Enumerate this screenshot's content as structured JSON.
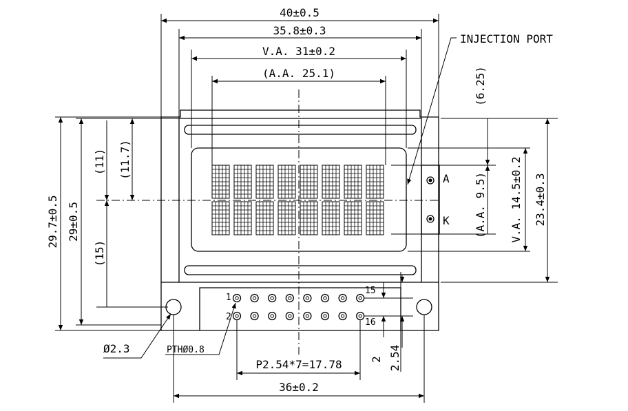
{
  "dims": {
    "width_total": "40±0.5",
    "width_pcb": "35.8±0.3",
    "va_width": "V.A. 31±0.2",
    "aa_width": "(A.A. 25.1)",
    "top_gap": "(6.25)",
    "va_height": "V.A. 14.5±0.2",
    "aa_height": "(A.A. 9.5)",
    "right_height": "23.4±0.3",
    "left_outer_height": "29.7±0.5",
    "left_pcb_height": "29±0.5",
    "dim_11": "(11)",
    "dim_11_7": "(11.7)",
    "dim_15": "(15)",
    "hole_diameter": "Ø2.3",
    "pin_hole": "PTHØ0.8",
    "pin_pitch": "P2.54*7=17.78",
    "hole_spacing": "36±0.2",
    "pin_row_gap": "2",
    "pin_row_pitch": "2.54"
  },
  "labels": {
    "injection_port": "INJECTION PORT",
    "anode": "A",
    "cathode": "K",
    "pin1": "1",
    "pin2": "2",
    "pin15": "15",
    "pin16": "16"
  }
}
